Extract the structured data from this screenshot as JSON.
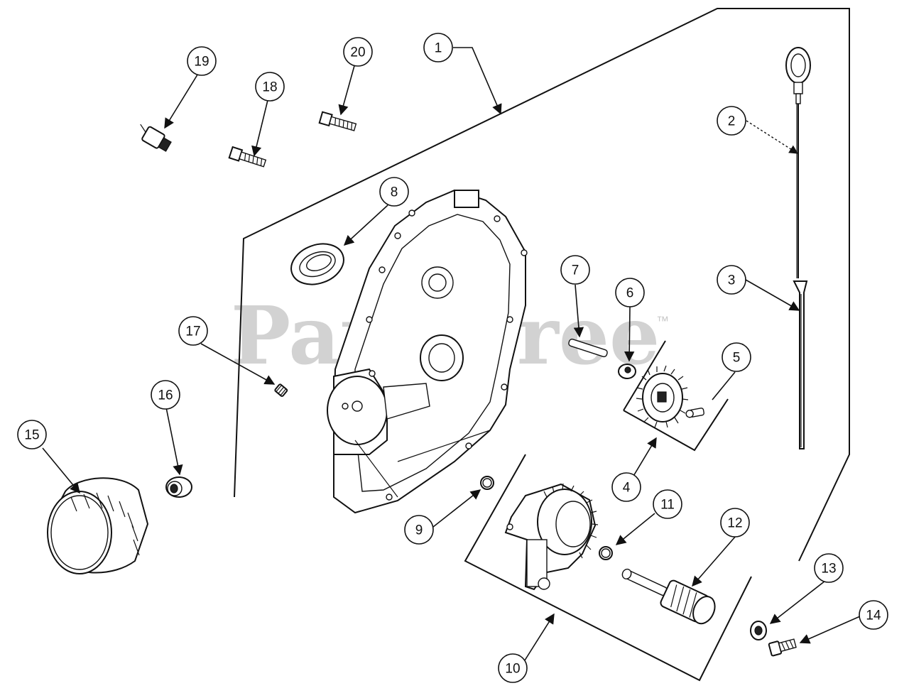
{
  "watermark": {
    "text": "PartsTree",
    "trademark": "™"
  },
  "callouts": [
    "1",
    "2",
    "3",
    "4",
    "5",
    "6",
    "7",
    "8",
    "9",
    "10",
    "11",
    "12",
    "13",
    "14",
    "15",
    "16",
    "17",
    "18",
    "19",
    "20"
  ]
}
